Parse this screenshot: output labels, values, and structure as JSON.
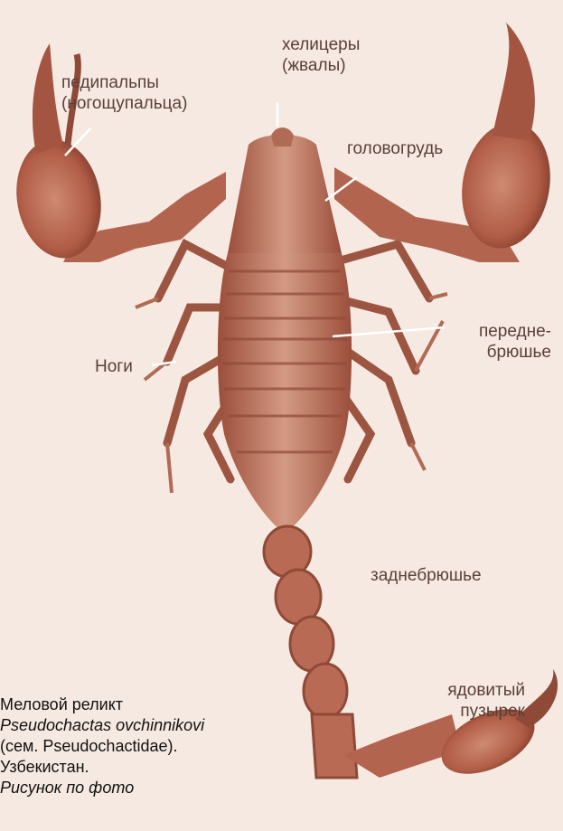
{
  "labels": {
    "pedipalps": [
      "педипальпы",
      "(ногощупальца)"
    ],
    "chelicerae": [
      "хелицеры",
      "(жвалы)"
    ],
    "cephalothorax": "головогрудь",
    "legs": "Ноги",
    "mesosoma": [
      "передне-",
      "брюшье"
    ],
    "metasoma": "заднебрюшье",
    "vesicle": [
      "ядовитый",
      "пузырек"
    ]
  },
  "caption": {
    "line1": "Меловой реликт",
    "line2": "Pseudochactas ovchinnikovi",
    "line3": "(сем. Pseudochactidae).",
    "line4": "Узбекистан.",
    "line5": "Рисунок по фото"
  },
  "colors": {
    "background": "#f6e9e1",
    "body": "#c27560",
    "body_dark": "#8f4a37",
    "label_text": "#5a4038",
    "leader_line": "#ffffff"
  }
}
